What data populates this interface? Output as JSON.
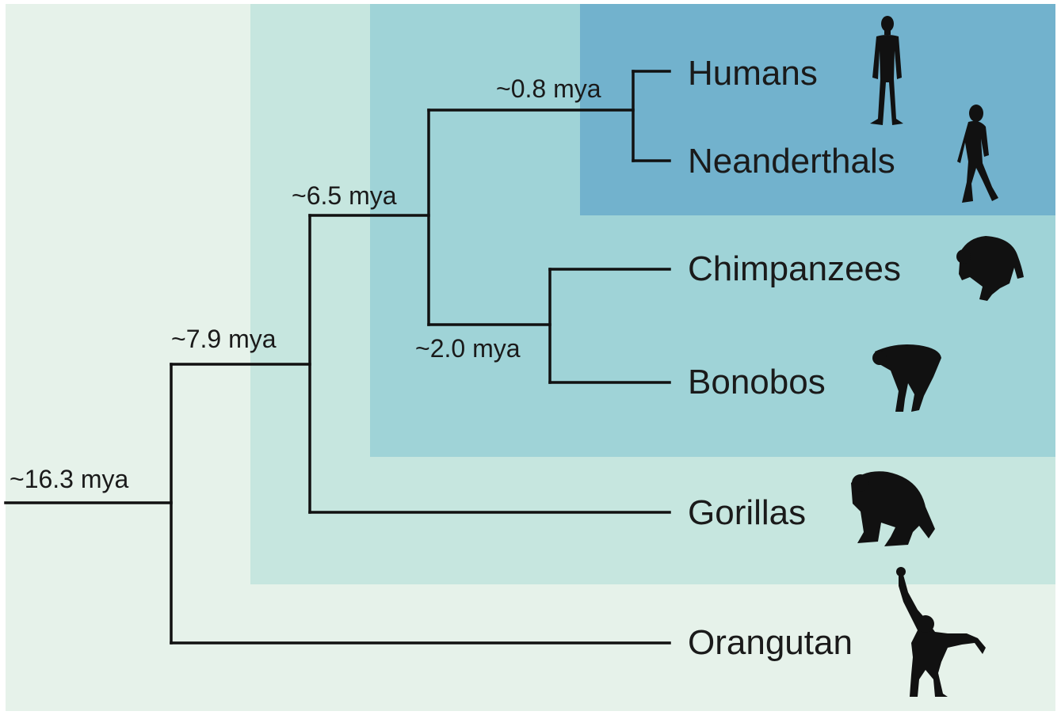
{
  "colors": {
    "band_outer": "#e6f2ea",
    "band_african_apes": "#c6e6df",
    "band_pan_homo": "#9fd3d7",
    "band_homo": "#72b2cd",
    "branches": "#111111",
    "silhouettes": "#111111"
  },
  "nodes": {
    "root": "~16.3 mya",
    "african_apes": "~7.9 mya",
    "pan_homo": "~6.5 mya",
    "homo": "~0.8 mya",
    "pan": "~2.0 mya"
  },
  "taxa": {
    "humans": {
      "label": "Humans",
      "icon": "human-standing-icon"
    },
    "neanderthals": {
      "label": "Neanderthals",
      "icon": "neanderthal-walking-icon"
    },
    "chimpanzees": {
      "label": "Chimpanzees",
      "icon": "chimpanzee-icon"
    },
    "bonobos": {
      "label": "Bonobos",
      "icon": "bonobo-icon"
    },
    "gorillas": {
      "label": "Gorillas",
      "icon": "gorilla-icon"
    },
    "orangutan": {
      "label": "Orangutan",
      "icon": "orangutan-hanging-icon"
    }
  }
}
